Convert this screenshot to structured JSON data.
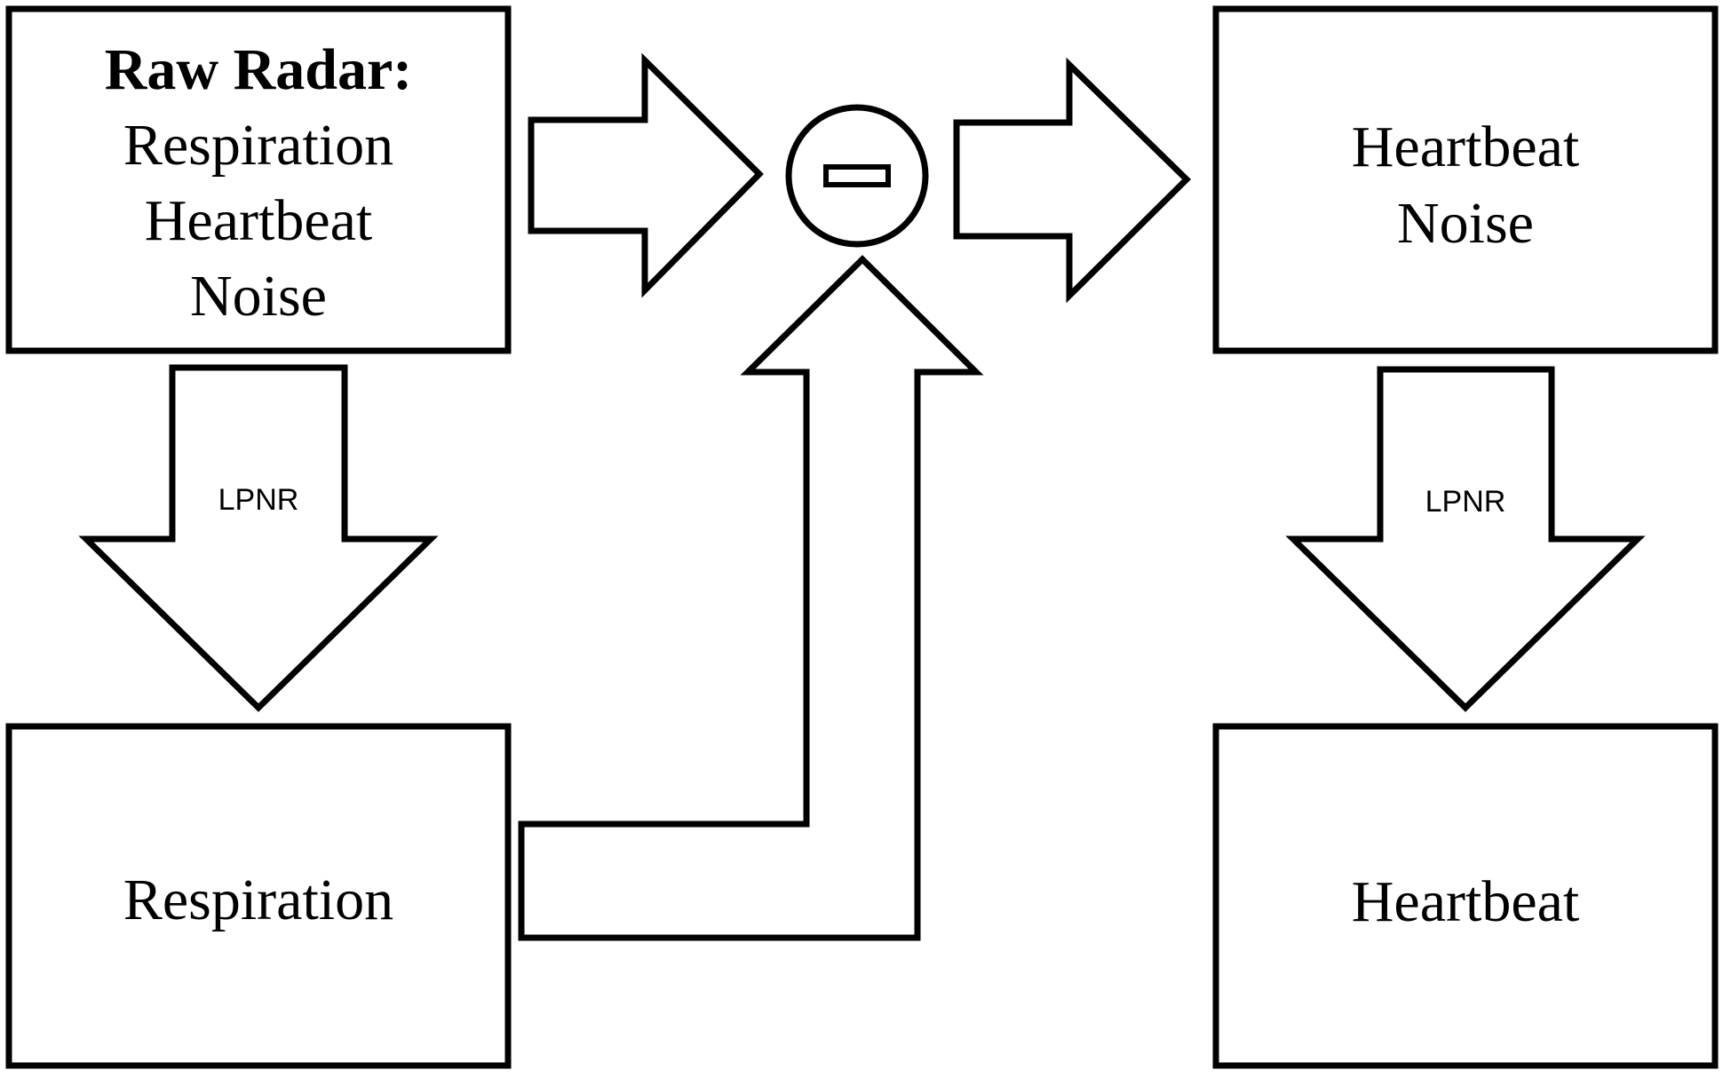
{
  "raw_radar_box": {
    "title": "Raw Radar:",
    "lines": [
      "Respiration",
      "Heartbeat",
      "Noise"
    ]
  },
  "respiration_box": {
    "label": "Respiration"
  },
  "residual_box": {
    "lines": [
      "Heartbeat",
      "Noise"
    ]
  },
  "heartbeat_box": {
    "label": "Heartbeat"
  },
  "left_filter_arrow": {
    "label": "LPNR"
  },
  "right_filter_arrow": {
    "label": "LPNR"
  },
  "subtract_node": {
    "symbol": "minus"
  }
}
